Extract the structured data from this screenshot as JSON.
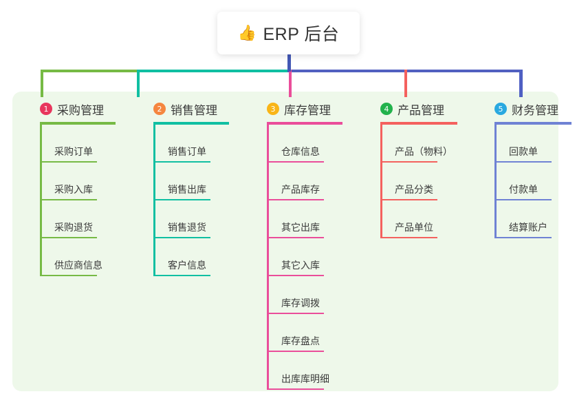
{
  "root": {
    "emoji": "👍",
    "emoji_name": "thumbs-up-icon",
    "title": "ERP 后台"
  },
  "theme": {
    "panel_bg": "#eef8ea",
    "page_bg": "#ffffff",
    "stem_color": "#4358b5",
    "text_color": "#3b3b3b"
  },
  "bus": {
    "segments": [
      {
        "name": "green",
        "color": "#76ba45"
      },
      {
        "name": "teal",
        "color": "#10bfa2"
      },
      {
        "name": "blue",
        "color": "#5160c0"
      }
    ]
  },
  "columns": [
    {
      "index": "1",
      "title": "采购管理",
      "badge_color": "#e8365d",
      "line_color": "#76ba45",
      "items": [
        "采购订单",
        "采购入库",
        "采购退货",
        "供应商信息"
      ]
    },
    {
      "index": "2",
      "title": "销售管理",
      "badge_color": "#f5863f",
      "line_color": "#10bfa2",
      "items": [
        "销售订单",
        "销售出库",
        "销售退货",
        "客户信息"
      ]
    },
    {
      "index": "3",
      "title": "库存管理",
      "badge_color": "#f9b517",
      "line_color": "#ea4d9a",
      "items": [
        "仓库信息",
        "产品库存",
        "其它出库",
        "其它入库",
        "库存调拨",
        "库存盘点",
        "出库库明细"
      ]
    },
    {
      "index": "4",
      "title": "产品管理",
      "badge_color": "#22b24c",
      "line_color": "#f4615e",
      "items": [
        "产品（物料）",
        "产品分类",
        "产品单位"
      ]
    },
    {
      "index": "5",
      "title": "财务管理",
      "badge_color": "#29a9e0",
      "line_color": "#6f82d4",
      "items": [
        "回款单",
        "付款单",
        "结算账户"
      ]
    }
  ]
}
